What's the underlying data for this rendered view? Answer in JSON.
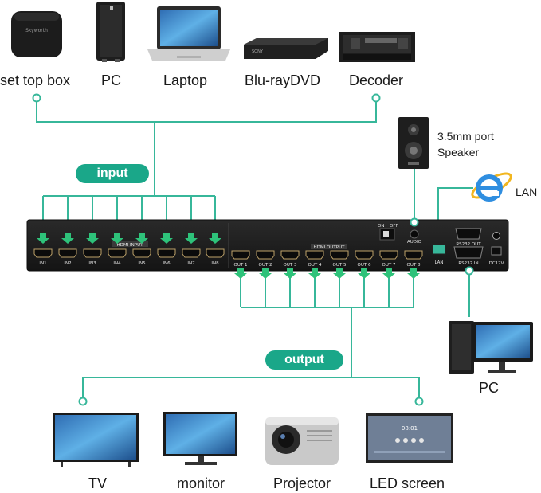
{
  "sources": {
    "settop": "set top box",
    "pc": "PC",
    "laptop": "Laptop",
    "bluray": "Blu-rayDVD",
    "decoder": "Decoder",
    "settop_brand": "Skyworth"
  },
  "badges": {
    "input": "input",
    "output": "output"
  },
  "audio": {
    "line1": "3.5mm port",
    "line2": "Speaker"
  },
  "lan": {
    "label": "LAN"
  },
  "pc_right": {
    "label": "PC"
  },
  "displays": {
    "tv": "TV",
    "monitor": "monitor",
    "projector": "Projector",
    "led": "LED screen"
  },
  "device": {
    "hdmi_input_title": "HDMI INPUT",
    "hdmi_output_title": "HDMI OUTPUT",
    "inputs": [
      "IN1",
      "IN2",
      "IN3",
      "IN4",
      "IN5",
      "IN6",
      "IN7",
      "IN8"
    ],
    "outputs": [
      "OUT 1",
      "OUT 2",
      "OUT 3",
      "OUT 4",
      "OUT 5",
      "OUT 6",
      "OUT 7",
      "OUT 8"
    ],
    "on": "ON",
    "off": "OFF",
    "audio": "AUDIO",
    "lan": "LAN",
    "rs232_out": "RS232 OUT",
    "rs232_in": "RS232 IN",
    "dc": "DC12V"
  },
  "colors": {
    "accent": "#1aa789",
    "line": "#37b79a",
    "arrow": "#2ec27a"
  }
}
